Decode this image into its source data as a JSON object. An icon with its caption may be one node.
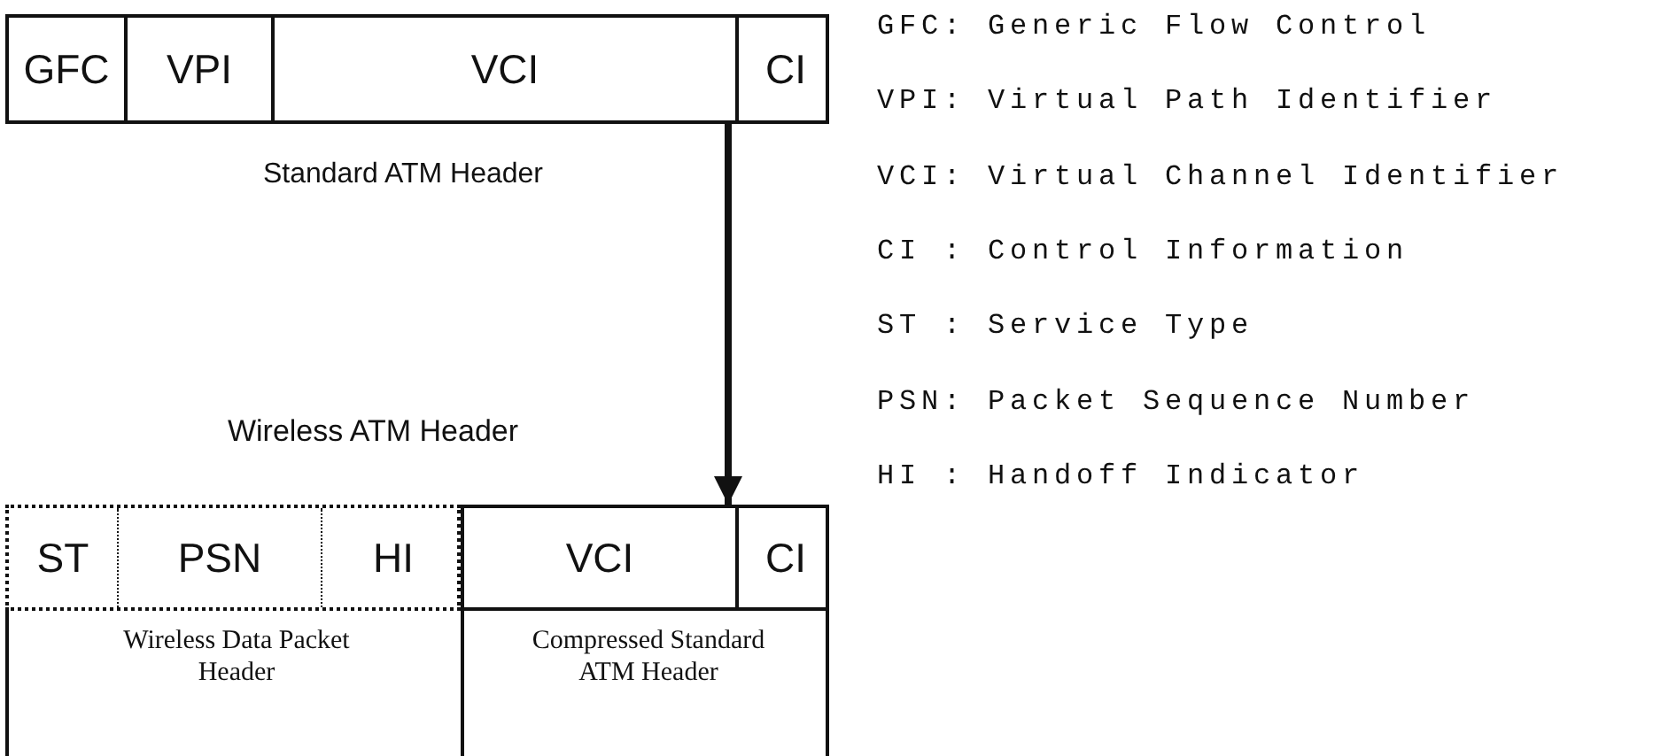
{
  "diagram": {
    "nodes": [
      {
        "text": [],
        "shape": "box",
        "beside": [
          "Standard ATM Header"
        ]
      },
      {
        "text": [
          "GFC"
        ],
        "in": 0
      },
      {
        "text": [
          "VPI"
        ],
        "in": 0
      },
      {
        "text": [
          "VCI"
        ],
        "in": 0
      },
      {
        "text": [
          "CI"
        ],
        "in": 0
      },
      {
        "text": [
          "Wireless ATM Header"
        ]
      },
      {
        "text": [
          "Wireless Data Packet Header"
        ],
        "in": 5
      },
      {
        "text": [
          "ST"
        ],
        "in": 6
      },
      {
        "text": [
          "PSN"
        ],
        "in": 6
      },
      {
        "text": [
          "HI"
        ],
        "in": 6
      },
      {
        "text": [
          "Compressed Standard ATM Header"
        ],
        "in": 5
      },
      {
        "text": [
          "VCI"
        ],
        "in": 10
      },
      {
        "text": [
          "CI"
        ],
        "in": 10
      }
    ],
    "edges": [
      {
        "from": 0,
        "to": 10,
        "arrow": "to"
      }
    ],
    "labels": [
      "GFC: Generic Flow Control",
      "VPI: Virtual Path Identifier",
      "VCI: Virtual Channel Identifier",
      "CI : Control Information",
      "ST : Service Type",
      "PSN: Packet Sequence Number",
      "HI : Handoff Indicator"
    ]
  }
}
